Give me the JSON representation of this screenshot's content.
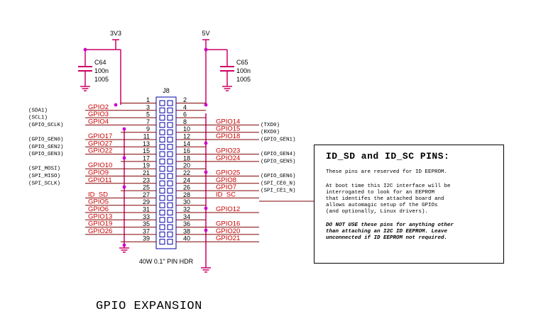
{
  "power": {
    "v33": "3V3",
    "v5": "5V"
  },
  "caps": [
    {
      "ref": "C64",
      "value": "100n",
      "pkg": "1005"
    },
    {
      "ref": "C65",
      "value": "100n",
      "pkg": "1005"
    }
  ],
  "connector": {
    "ref": "J8",
    "label": "40W 0.1\" PIN HDR"
  },
  "pins": [
    {
      "n": 1,
      "net": "",
      "func": ""
    },
    {
      "n": 2,
      "net": "",
      "func": ""
    },
    {
      "n": 3,
      "net": "GPIO2",
      "func": "(SDA1)"
    },
    {
      "n": 4,
      "net": "",
      "func": ""
    },
    {
      "n": 5,
      "net": "GPIO3",
      "func": "(SCL1)"
    },
    {
      "n": 6,
      "net": "",
      "func": ""
    },
    {
      "n": 7,
      "net": "GPIO4",
      "func": "(GPIO_GCLK)"
    },
    {
      "n": 8,
      "net": "GPIO14",
      "func": "(TXD0)"
    },
    {
      "n": 9,
      "net": "",
      "func": ""
    },
    {
      "n": 10,
      "net": "GPIO15",
      "func": "(RXD0)"
    },
    {
      "n": 11,
      "net": "GPIO17",
      "func": "(GPIO_GEN0)"
    },
    {
      "n": 12,
      "net": "GPIO18",
      "func": "(GPIO_GEN1)"
    },
    {
      "n": 13,
      "net": "GPIO27",
      "func": "(GPIO_GEN2)"
    },
    {
      "n": 14,
      "net": "",
      "func": ""
    },
    {
      "n": 15,
      "net": "GPIO22",
      "func": "(GPIO_GEN3)"
    },
    {
      "n": 16,
      "net": "GPIO23",
      "func": "(GPIO_GEN4)"
    },
    {
      "n": 17,
      "net": "",
      "func": ""
    },
    {
      "n": 18,
      "net": "GPIO24",
      "func": "(GPIO_GEN5)"
    },
    {
      "n": 19,
      "net": "GPIO10",
      "func": "(SPI_MOSI)"
    },
    {
      "n": 20,
      "net": "",
      "func": ""
    },
    {
      "n": 21,
      "net": "GPIO9",
      "func": "(SPI_MISO)"
    },
    {
      "n": 22,
      "net": "GPIO25",
      "func": "(GPIO_GEN6)"
    },
    {
      "n": 23,
      "net": "GPIO11",
      "func": "(SPI_SCLK)"
    },
    {
      "n": 24,
      "net": "GPIO8",
      "func": "(SPI_CE0_N)"
    },
    {
      "n": 25,
      "net": "",
      "func": ""
    },
    {
      "n": 26,
      "net": "GPIO7",
      "func": "(SPI_CE1_N)"
    },
    {
      "n": 27,
      "net": "ID_SD",
      "func": ""
    },
    {
      "n": 28,
      "net": "ID_SC",
      "func": ""
    },
    {
      "n": 29,
      "net": "GPIO5",
      "func": ""
    },
    {
      "n": 30,
      "net": "",
      "func": ""
    },
    {
      "n": 31,
      "net": "GPIO6",
      "func": ""
    },
    {
      "n": 32,
      "net": "GPIO12",
      "func": ""
    },
    {
      "n": 33,
      "net": "GPIO13",
      "func": ""
    },
    {
      "n": 34,
      "net": "",
      "func": ""
    },
    {
      "n": 35,
      "net": "GPIO19",
      "func": ""
    },
    {
      "n": 36,
      "net": "GPIO16",
      "func": ""
    },
    {
      "n": 37,
      "net": "GPIO26",
      "func": ""
    },
    {
      "n": 38,
      "net": "GPIO20",
      "func": ""
    },
    {
      "n": 39,
      "net": "",
      "func": ""
    },
    {
      "n": 40,
      "net": "GPIO21",
      "func": ""
    }
  ],
  "note": {
    "title": "ID_SD and ID_SC PINS:",
    "line1": "These pins are reserved for ID EEPROM.",
    "body": "At boot time this I2C interface will be\ninterrogated to look for an EEPROM\nthat identifes the attached board and\nallows automagic setup of the GPIOs\n(and optionally, Linux drivers).",
    "warning": "DO NOT USE these pins for anything other\nthan attaching an I2C ID EEPROM. Leave\nunconnected if ID EEPROM not required."
  },
  "page_title": "GPIO EXPANSION",
  "colors": {
    "net_red": "#cc0000",
    "wire_dark": "#800000",
    "power_magenta": "#cc0066",
    "junction": "#cc00cc",
    "pin_blue": "#0000aa"
  }
}
